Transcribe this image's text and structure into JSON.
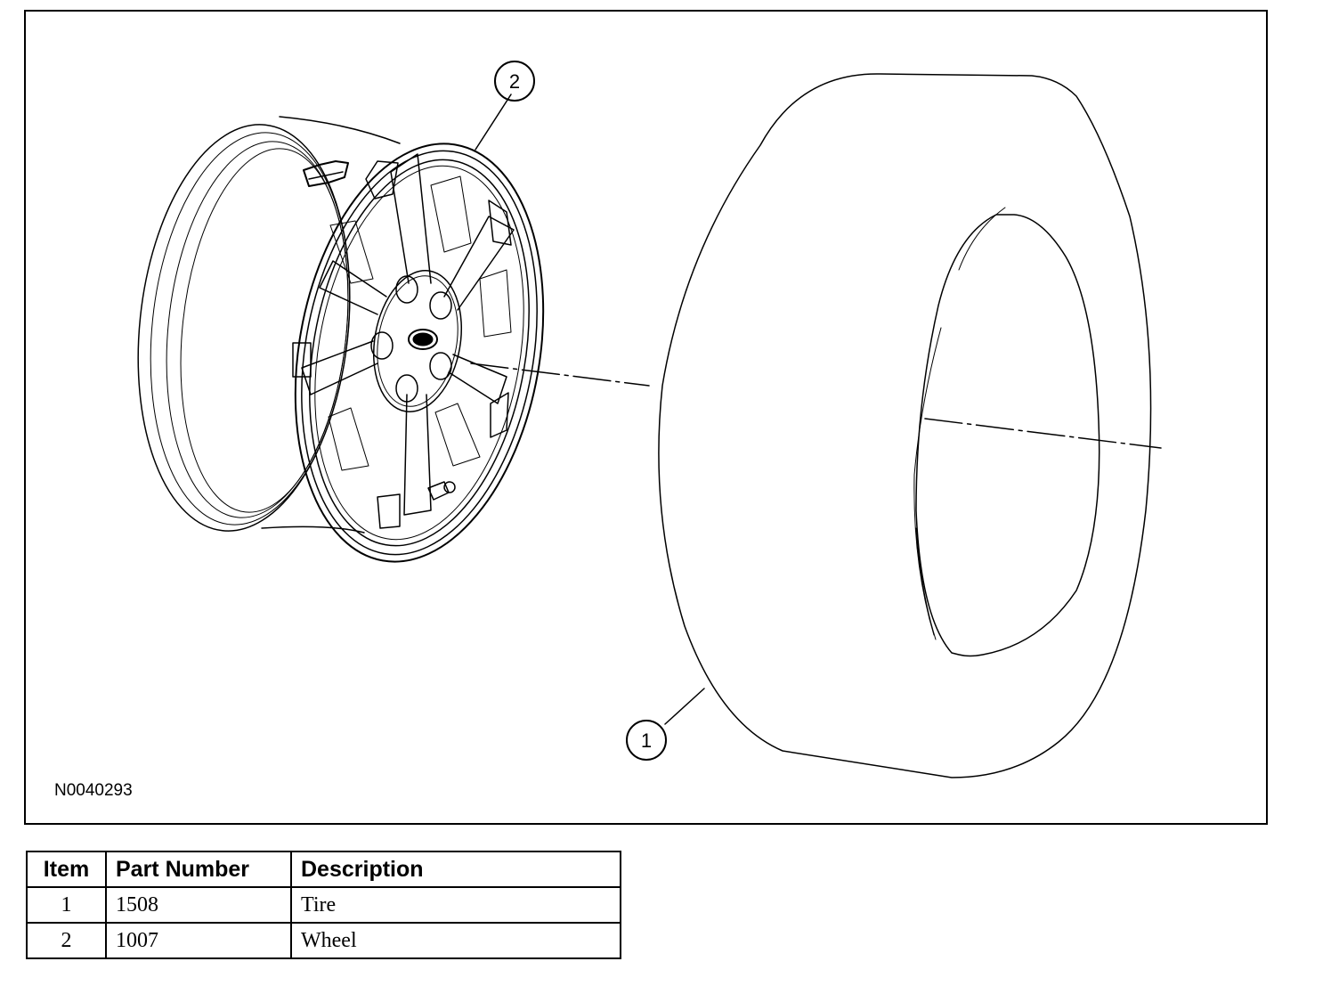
{
  "figure": {
    "id_label": "N0040293",
    "callouts": [
      {
        "label": "1",
        "refers_to": "tire-drawing"
      },
      {
        "label": "2",
        "refers_to": "wheel-drawing"
      }
    ]
  },
  "legend": {
    "headers": {
      "item": "Item",
      "part_number": "Part Number",
      "description": "Description"
    },
    "rows": [
      {
        "item": "1",
        "part_number": "1508",
        "description": "Tire"
      },
      {
        "item": "2",
        "part_number": "1007",
        "description": "Wheel"
      }
    ]
  }
}
